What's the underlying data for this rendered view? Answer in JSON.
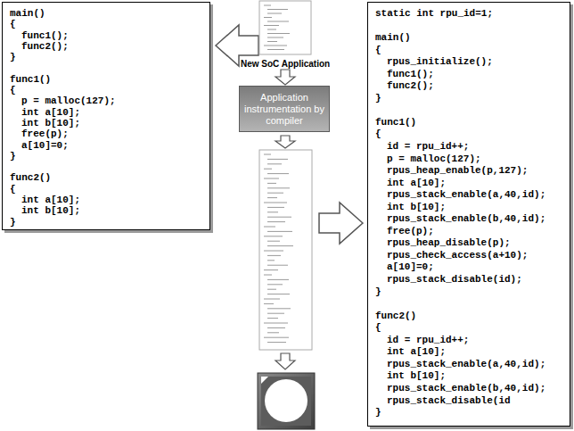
{
  "diagram": {
    "nodes": [
      {
        "text": [
          "main()",
          "{",
          "func1();",
          "func2();",
          "}",
          "func1()",
          "{",
          "p = malloc(127);",
          "int a[10];",
          "int b[10];",
          "free(p);",
          "a[10]=0;",
          "}",
          "func2()",
          "{",
          "int a[10];",
          "int b[10];",
          "}"
        ]
      },
      {
        "text": [
          "Application instrumentation by compiler"
        ]
      },
      {
        "text": [
          "static int rpu_id=1;",
          "main()",
          "{",
          "rpus_initialize();",
          "func1();",
          "func2();",
          "}",
          "func1()",
          "{",
          "id = rpu_id++;",
          "p = malloc(127);",
          "rpus_heap_enable(p,127);",
          "int a[10];",
          "rpus_stack_enable(a,40,id);",
          "int b[10];",
          "rpus_stack_enable(b,40,id);",
          "free(p);",
          "rpus_heap_disable(p);",
          "rpus_check_access(a+10);",
          "a[10]=0;",
          "rpus_stack_disable(id);",
          "}",
          "func2()",
          "{",
          "id = rpu_id++;",
          "int a[10];",
          "rpus_stack_enable(a,40,id);",
          "int b[10];",
          "rpus_stack_enable(b,40,id);",
          "rpus_stack_disable(id",
          "}"
        ]
      }
    ],
    "labels": [
      "New SoC Application"
    ]
  }
}
